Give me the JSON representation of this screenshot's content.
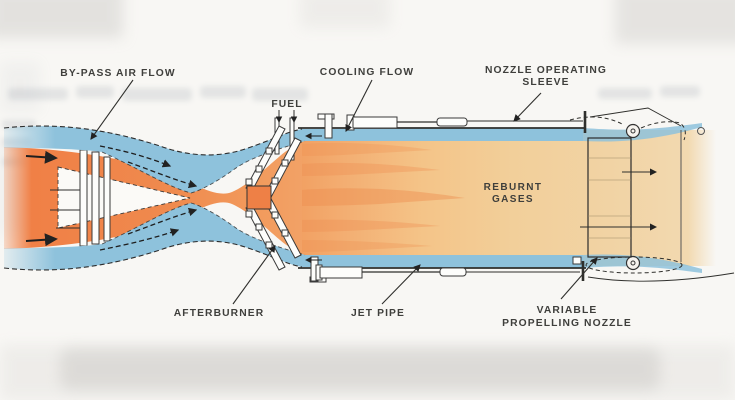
{
  "diagram": {
    "title_hint": "Afterburning jet pipe cross-section schematic",
    "labels": {
      "bypass": "BY-PASS AIR FLOW",
      "cooling": "COOLING FLOW",
      "nozzle_sleeve_line1": "NOZZLE OPERATING",
      "nozzle_sleeve_line2": "SLEEVE",
      "fuel": "FUEL",
      "reburnt_line1": "REBURNT",
      "reburnt_line2": "GASES",
      "afterburner": "AFTERBURNER",
      "jet_pipe": "JET PIPE",
      "variable_line1": "VARIABLE",
      "variable_line2": "PROPELLING NOZZLE"
    },
    "colors": {
      "hot_gas": "#ee8046",
      "reburnt_gas": "#f2cf9b",
      "bypass_air": "#8ec2dc",
      "outline": "#2f2f2c",
      "label_text": "#3f3f3c",
      "background": "#f8f7f4"
    }
  }
}
